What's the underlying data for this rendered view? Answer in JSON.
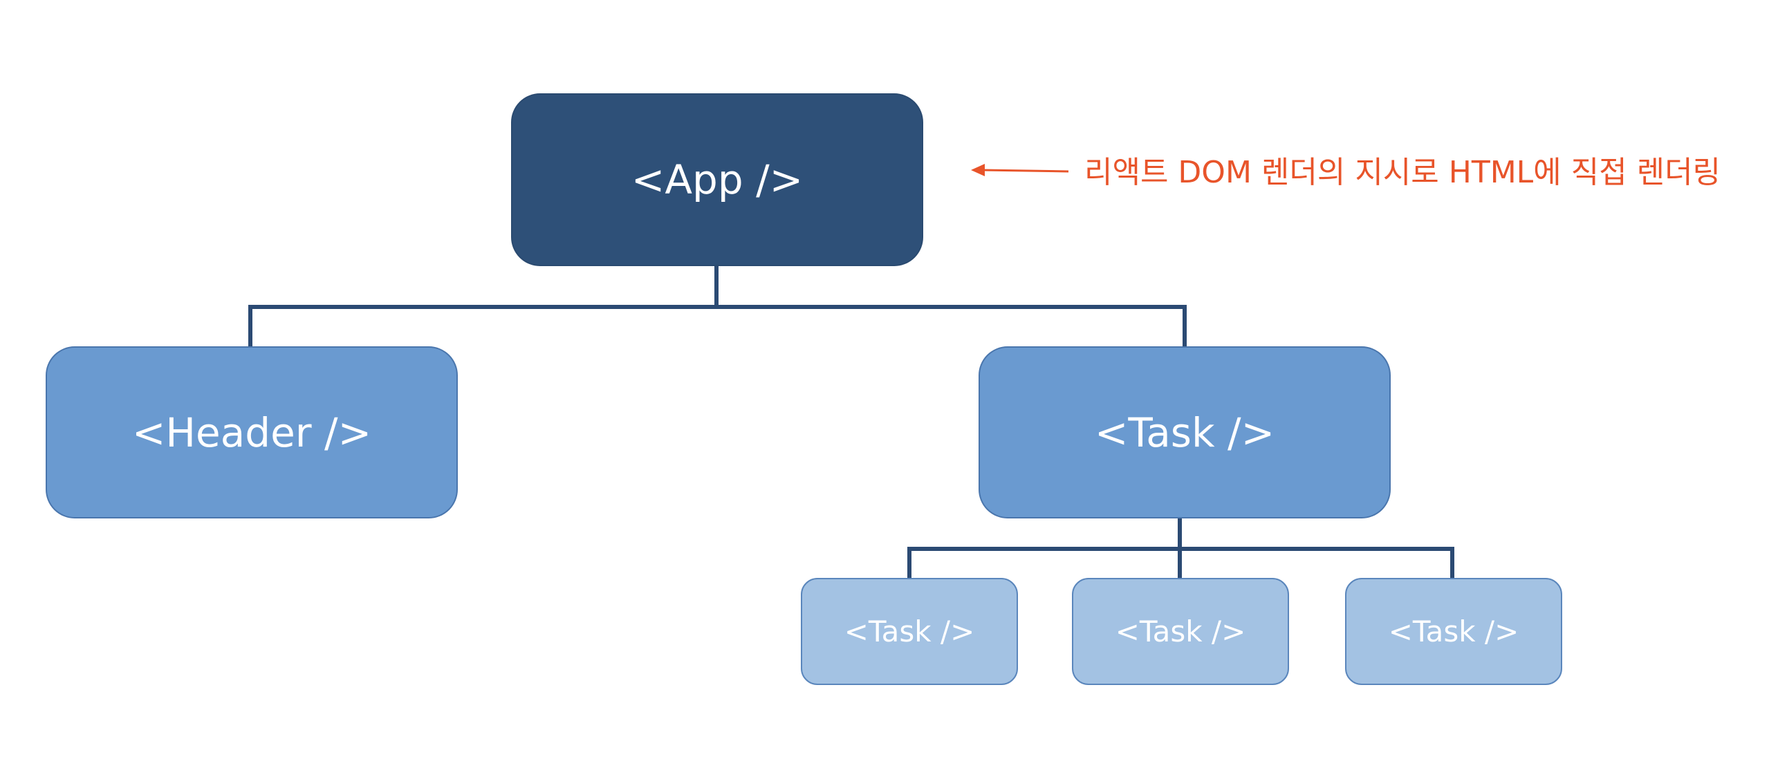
{
  "diagram": {
    "root": {
      "label": "<App />"
    },
    "children": [
      {
        "label": "<Header />"
      },
      {
        "label": "<Task />"
      }
    ],
    "grandchildren": [
      {
        "label": "<Task />"
      },
      {
        "label": "<Task />"
      },
      {
        "label": "<Task />"
      }
    ],
    "annotation": "리액트 DOM 렌더의 지시로 HTML에 직접 렌더링",
    "colors": {
      "root_fill": "#2e5078",
      "child_fill": "#6a9ad0",
      "grandchild_fill": "#a3c2e3",
      "connector": "#2b4a73",
      "annotation": "#e8542a"
    }
  }
}
